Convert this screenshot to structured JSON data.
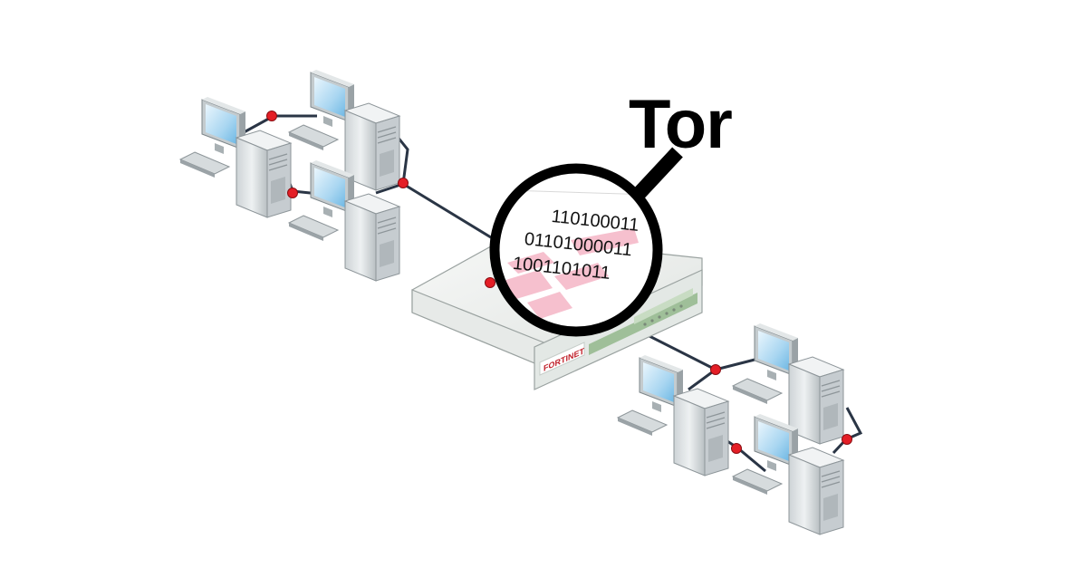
{
  "title": "Tor",
  "device": {
    "brand": "FORTINET"
  },
  "lens": {
    "lines": [
      "110100011",
      "01101000011",
      "1001101011"
    ]
  },
  "networks": {
    "left": {
      "computers": 3
    },
    "right": {
      "computers": 3
    }
  },
  "colors": {
    "link": "#2a3545",
    "node": "#e41e26",
    "accent": "#f5b5c6",
    "device_body": "#eef1ef"
  }
}
